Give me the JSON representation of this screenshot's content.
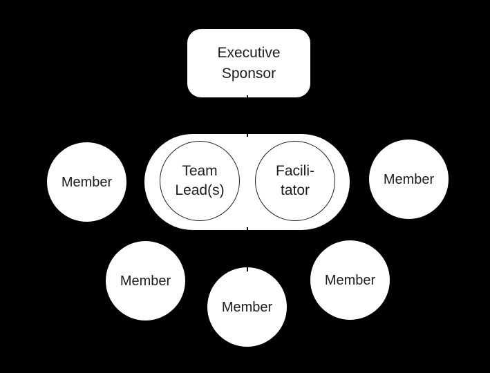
{
  "diagram": {
    "type": "org-structure",
    "nodes": {
      "executive_sponsor": {
        "label": "Executive\nSponsor",
        "shape": "rounded-rectangle"
      },
      "leads_group": {
        "shape": "stadium",
        "team_lead": {
          "label": "Team\nLead(s)",
          "shape": "circle-outlined"
        },
        "facilitator": {
          "label": "Facili-\ntator",
          "shape": "circle-outlined"
        }
      },
      "members": [
        {
          "label": "Member",
          "position": "left"
        },
        {
          "label": "Member",
          "position": "right"
        },
        {
          "label": "Member",
          "position": "bottom-left"
        },
        {
          "label": "Member",
          "position": "bottom-center"
        },
        {
          "label": "Member",
          "position": "bottom-right"
        }
      ]
    },
    "connectors": [
      {
        "from": "executive_sponsor",
        "to": "leads_group",
        "style": "vertical-line"
      },
      {
        "from": "leads_group",
        "to": "member-bottom-center",
        "style": "vertical-line"
      }
    ],
    "colors": {
      "background": "#000000",
      "shape_fill": "#ffffff",
      "text": "#1c1c1c",
      "circle_stroke": "#1f1f1f",
      "connector_line": "#000000"
    }
  }
}
